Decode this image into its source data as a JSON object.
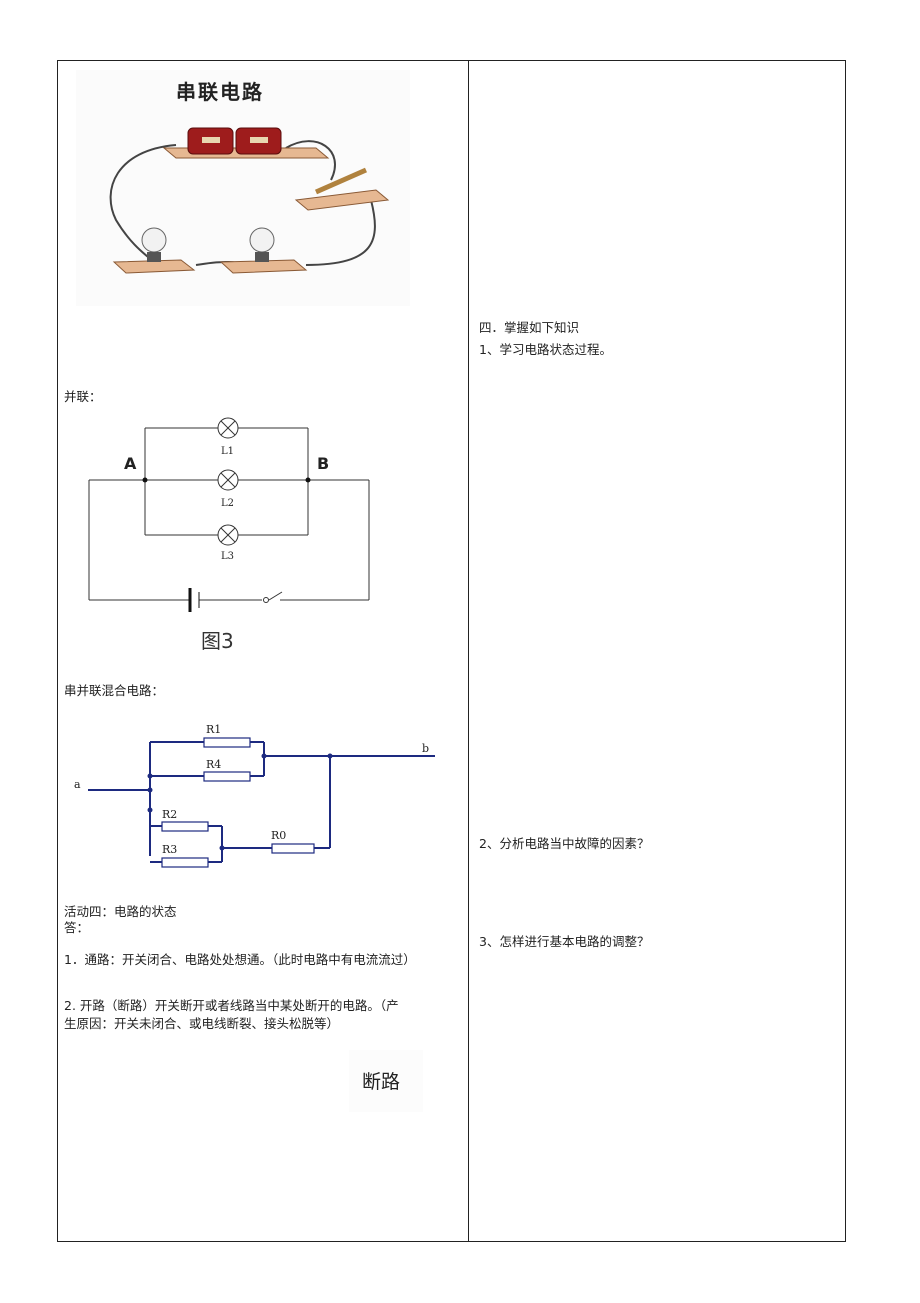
{
  "left": {
    "series_image": {
      "title": "串联电路"
    },
    "parallel": {
      "heading": "并联：",
      "node_a": "A",
      "node_b": "B",
      "lamp1": "L1",
      "lamp2": "L2",
      "lamp3": "L3",
      "caption": "图3"
    },
    "mixed": {
      "heading": "串并联混合电路：",
      "label_a": "a",
      "label_b": "b",
      "r1": "R1",
      "r4": "R4",
      "r2": "R2",
      "r3": "R3",
      "r0": "R0"
    },
    "activity": {
      "title": "活动四：电路的状态",
      "answer_label": "答：",
      "item1": "1．通路：开关闭合、电路处处想通。（此时电路中有电流流过）",
      "item2": "2. 开路（断路）开关断开或者线路当中某处断开的电路。（产生原因：开关未闭合、或电线断裂、接头松脱等）",
      "broken_label": "断路"
    }
  },
  "right": {
    "section_title": "四．掌握如下知识",
    "q1": "1、学习电路状态过程。",
    "q2": "2、分析电路当中故障的因素？",
    "q3": "3、怎样进行基本电路的调整？"
  }
}
